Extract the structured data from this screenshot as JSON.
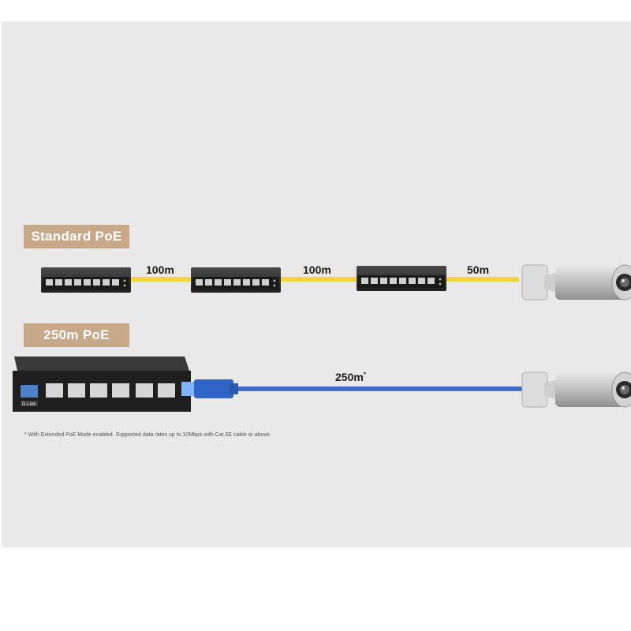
{
  "rows": {
    "standard": {
      "label": "Standard PoE",
      "segments": [
        "100m",
        "100m",
        "50m"
      ]
    },
    "extended": {
      "label": "250m PoE",
      "distance": "250m",
      "asterisk": "*"
    }
  },
  "footnote": "* With Extended PoE Mode enabled. Supported data rates up to 10Mbps with Cat.5E cable or above.",
  "device_brand": "D-Link",
  "colors": {
    "panel": "#e9e9e9",
    "badge": "#c7a989",
    "yellow_cable": "#f4d43c",
    "blue_cable": "#3f6fc4",
    "switch_body": "#2a2a2a"
  },
  "icons": [
    "network-switch-icon",
    "security-camera-icon",
    "rj45-connector-icon"
  ]
}
